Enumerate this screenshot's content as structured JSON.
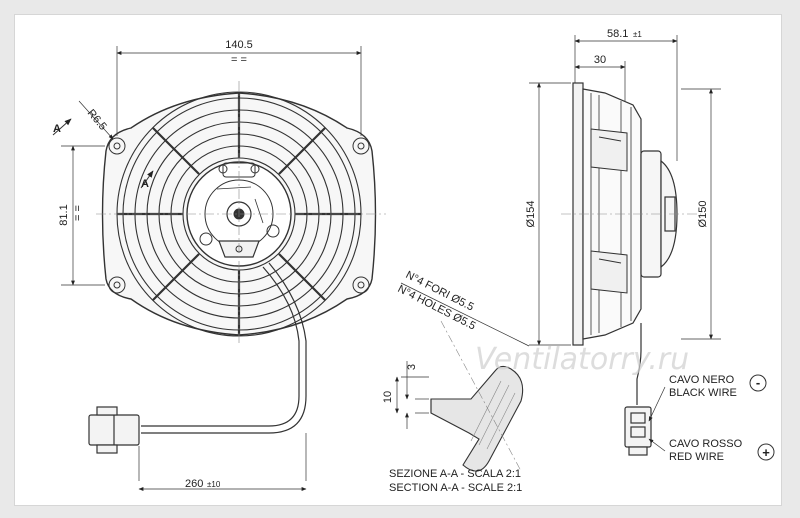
{
  "watermark": "Ventilatorry.ru",
  "dimensions": {
    "width_140": "140.5",
    "width_140_tol": "= =",
    "radius": "R6.5",
    "height_81": "81.1",
    "height_81_tol": "= =",
    "cable_length": "260",
    "cable_length_tol": "±10",
    "depth_total": "58.1",
    "depth_total_tol": "±1",
    "depth_30": "30",
    "dia_154": "Ø154",
    "dia_150": "Ø150",
    "sec_3": "3",
    "sec_10": "10"
  },
  "section_marks": {
    "a_top": "A",
    "a_mid": "A"
  },
  "holes_it": "N°4 FORI Ø5.5",
  "holes_en": "N°4 HOLES Ø5.5",
  "section_it": "SEZIONE A-A - SCALA 2:1",
  "section_en": "SECTION A-A - SCALE 2:1",
  "wires": {
    "black_it": "CAVO NERO",
    "black_en": "BLACK WIRE",
    "black_sign": "-",
    "red_it": "CAVO ROSSO",
    "red_en": "RED WIRE",
    "red_sign": "+"
  }
}
